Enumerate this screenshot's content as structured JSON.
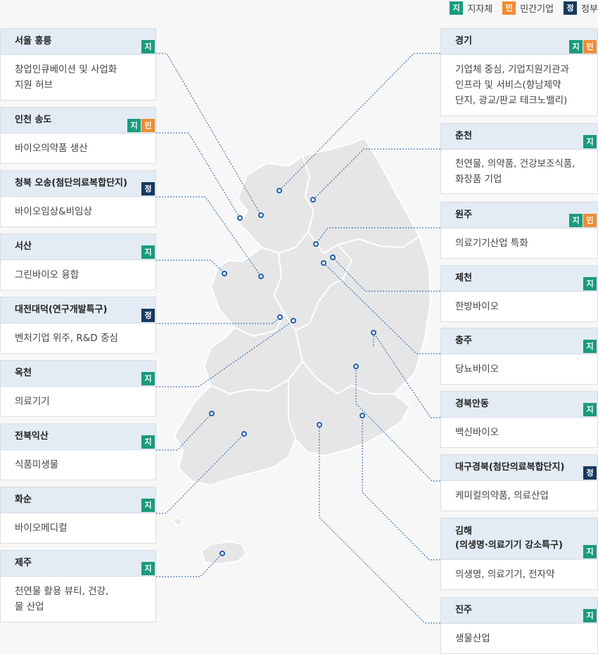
{
  "legend": [
    {
      "badge": "지",
      "label": "지자체",
      "type": "ji"
    },
    {
      "badge": "민",
      "label": "민간기업",
      "type": "min"
    },
    {
      "badge": "정",
      "label": "정부",
      "type": "jeong"
    }
  ],
  "badge_text": {
    "ji": "지",
    "min": "민",
    "jeong": "정"
  },
  "colors": {
    "ji": "#1b9a7c",
    "min": "#f08c35",
    "jeong": "#173a5e",
    "leader": "#1f5fa8",
    "land": "#e6e6e6"
  },
  "regions": [
    {
      "id": "seoul-hongneung",
      "title": "서울 홍릉",
      "desc": [
        "창업인큐베이션 및 사업화",
        "지원 허브"
      ],
      "badges": [
        "ji"
      ]
    },
    {
      "id": "incheon-songdo",
      "title": "인천 송도",
      "desc": [
        "바이오의약품 생산"
      ],
      "badges": [
        "ji",
        "min"
      ]
    },
    {
      "id": "cheongbuk-osong",
      "title": "청북 오송(첨단의료복합단지)",
      "desc": [
        "바이오임상&비임상"
      ],
      "badges": [
        "jeong"
      ]
    },
    {
      "id": "seosan",
      "title": "서산",
      "desc": [
        "그린바이오 융합"
      ],
      "badges": [
        "ji"
      ]
    },
    {
      "id": "daejeon-daedeok",
      "title": "대전대덕(연구개발특구)",
      "desc": [
        "벤처기업 위주, R&D 중심"
      ],
      "badges": [
        "jeong"
      ]
    },
    {
      "id": "okcheon",
      "title": "옥천",
      "desc": [
        "의료기기"
      ],
      "badges": [
        "ji"
      ]
    },
    {
      "id": "jeonbuk-iksan",
      "title": "전북익산",
      "desc": [
        "식품미생물"
      ],
      "badges": [
        "ji"
      ]
    },
    {
      "id": "hwasun",
      "title": "화순",
      "desc": [
        "바이오메디컬"
      ],
      "badges": [
        "ji"
      ]
    },
    {
      "id": "jeju",
      "title": "제주",
      "desc": [
        "천연물 활용 뷰티, 건강,",
        "물 산업"
      ],
      "badges": [
        "ji"
      ]
    },
    {
      "id": "gyeonggi",
      "title": "경기",
      "desc": [
        "기업체 중심, 기업지원기관과",
        "인프라 및 서비스(향남제약",
        "단지, 광교/판교 테크노밸리)"
      ],
      "badges": [
        "ji",
        "min"
      ]
    },
    {
      "id": "chuncheon",
      "title": "춘천",
      "desc": [
        "천연물, 의약품, 건강보조식품,",
        "화장품 기업"
      ],
      "badges": [
        "ji"
      ]
    },
    {
      "id": "wonju",
      "title": "원주",
      "desc": [
        "의료기기산업 특화"
      ],
      "badges": [
        "ji",
        "min"
      ]
    },
    {
      "id": "jecheon",
      "title": "제천",
      "desc": [
        "한방바이오"
      ],
      "badges": [
        "ji"
      ]
    },
    {
      "id": "chungju",
      "title": "충주",
      "desc": [
        "당뇨바이오"
      ],
      "badges": [
        "ji"
      ]
    },
    {
      "id": "gyeongbuk-andong",
      "title": "경북안동",
      "desc": [
        "백신바이오"
      ],
      "badges": [
        "ji"
      ]
    },
    {
      "id": "daegu-gyeongbuk",
      "title": "대구경북(첨단의료복합단지)",
      "desc": [
        "케미컬의약품, 의료산업"
      ],
      "badges": [
        "jeong"
      ]
    },
    {
      "id": "gimhae",
      "title": "김해\n(의생명·의료기기 강소특구)",
      "desc": [
        "의생명, 의료기기, 전자약"
      ],
      "badges": [
        "ji"
      ]
    },
    {
      "id": "jinju",
      "title": "진주",
      "desc": [
        "생물산업"
      ],
      "badges": [
        "ji"
      ]
    }
  ]
}
